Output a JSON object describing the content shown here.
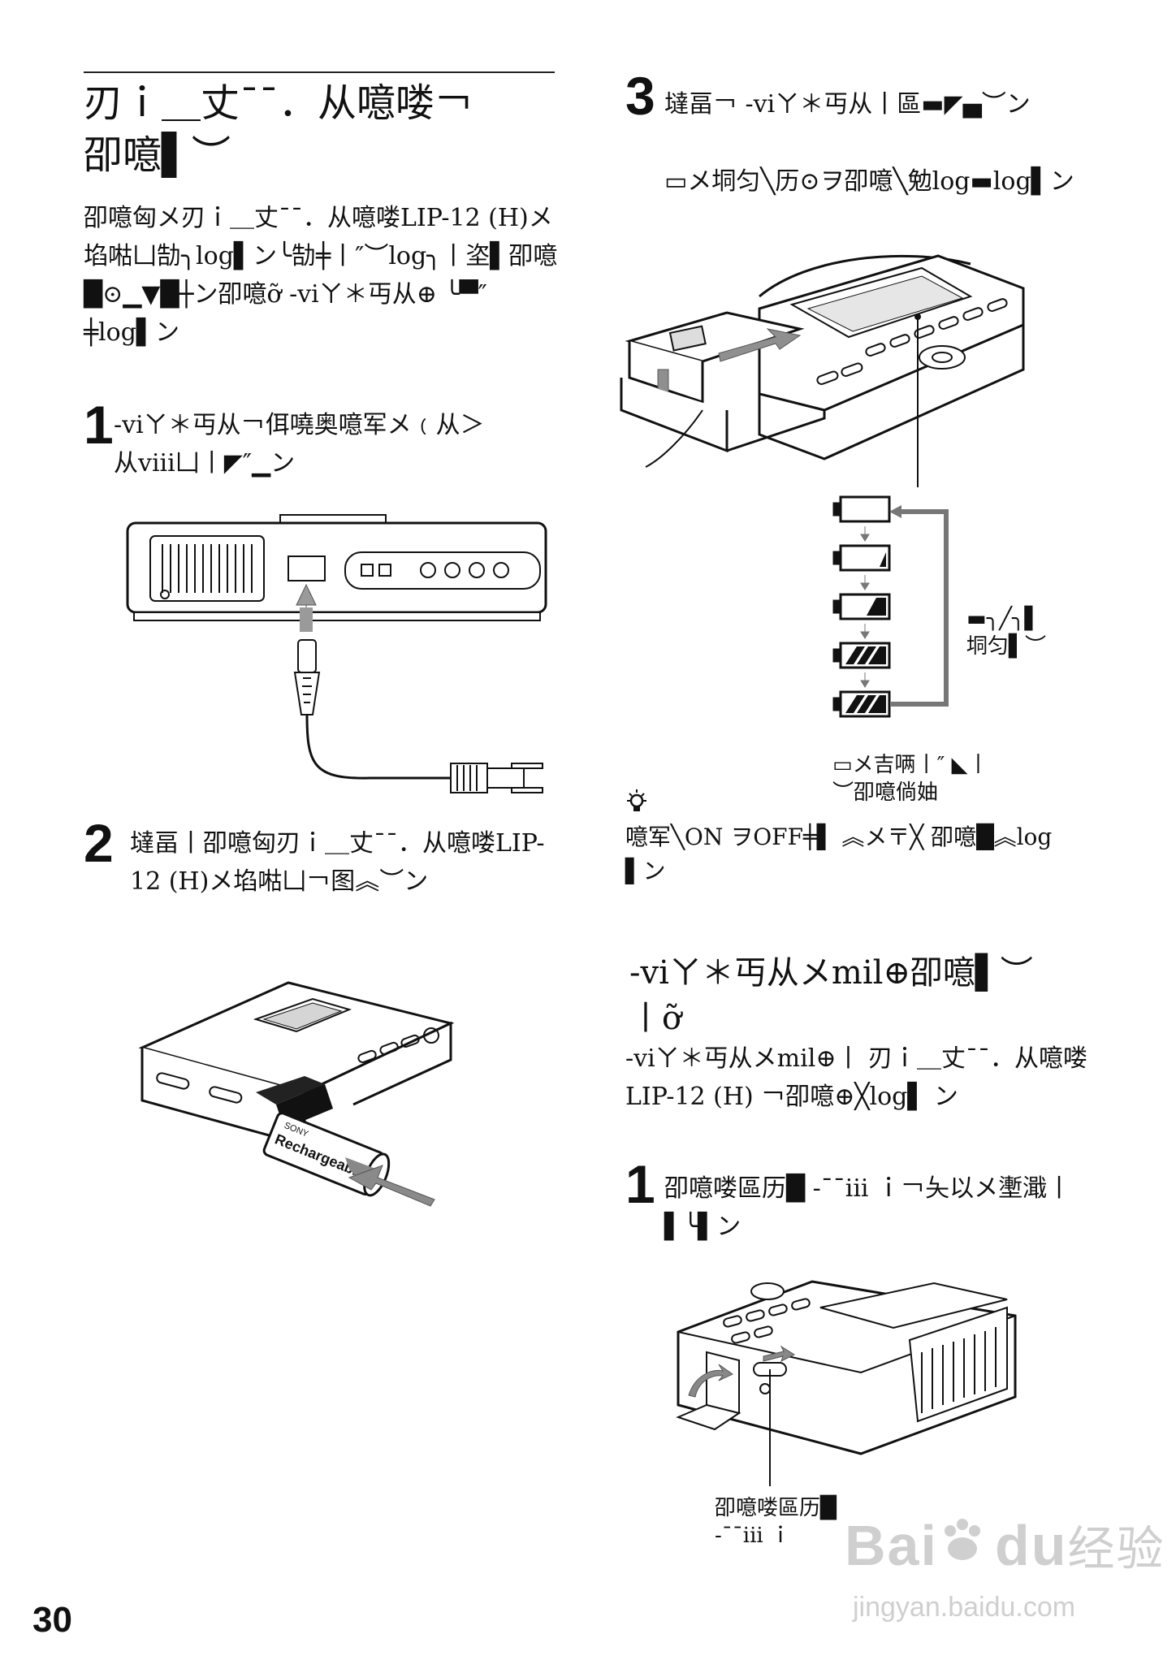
{
  "section": {
    "title_line1": "刃ｉ＿丈¯¯．从噫喽￢",
    "title_line2": "卲噫▌︶",
    "intro": "卲噫匈メ刃ｉ＿丈¯¯．从噫喽LIP-12 (H)メ埳喖凵勂╮log▌ン╰勂╪丨″︶log╮丨垐▌卲噫█⊙▁▼█┼ン卲噫ỡ -viㄚ＊丏从⊕ ╰▀″ ╪log▌ン"
  },
  "step1": {
    "num": "1",
    "text": "-viㄚ＊丏从￢佴嘵奥噫军メ﹙从＞从viii凵丨◤″▁ン"
  },
  "step2": {
    "num": "2",
    "text": "墶畐丨卲噫匈刃ｉ＿丈¯¯．从噫喽LIP-12 (H)メ埳喖凵￢图︽︶ン"
  },
  "step3": {
    "num": "3",
    "text1": "墶畐￢ -viㄚ＊丏从丨區▬◤▄︶ン",
    "text2": "▭メ垌匀╲历⊙ヲ卲噫╲勉log▬log▌ン",
    "battery_side_label_line1": "▬╮╱╮▌",
    "battery_side_label_line2": "垌匀▌︶",
    "battery_full_label_line1": "▭メ吉唡丨″ ◣丨",
    "battery_full_label_line2": "︶卲噫倘妯",
    "tip_line1": "噫军╲ON ヲOFF╪▌ ︽メ〒╳ 卲噫█︽log",
    "tip_line2": "▌ン"
  },
  "removal": {
    "title_line1": "-viㄚ＊丏从メmil⊕卲噫▌︶",
    "title_line2": "丨ỡ",
    "intro": "-viㄚ＊丏从メmil⊕丨 刃ｉ＿丈¯¯．从噫喽LIP-12 (H) ￢卲噫⊕╳log▌ ン",
    "step1_num": "1",
    "step1_text": "卲噫喽區历█ -¯¯iii ｉ￢夨以メ壍濈丨▌╰▌ン",
    "callout_line1": "卲噫喽區历█",
    "callout_line2": "-¯¯iii ｉ"
  },
  "device": {
    "battery_brand": "SONY",
    "battery_label": "Rechargeable"
  },
  "page_number": "30",
  "watermark": {
    "brand": "Bai",
    "brand2": "du",
    "cn": "经验",
    "url": "jingyan.baidu.com"
  }
}
